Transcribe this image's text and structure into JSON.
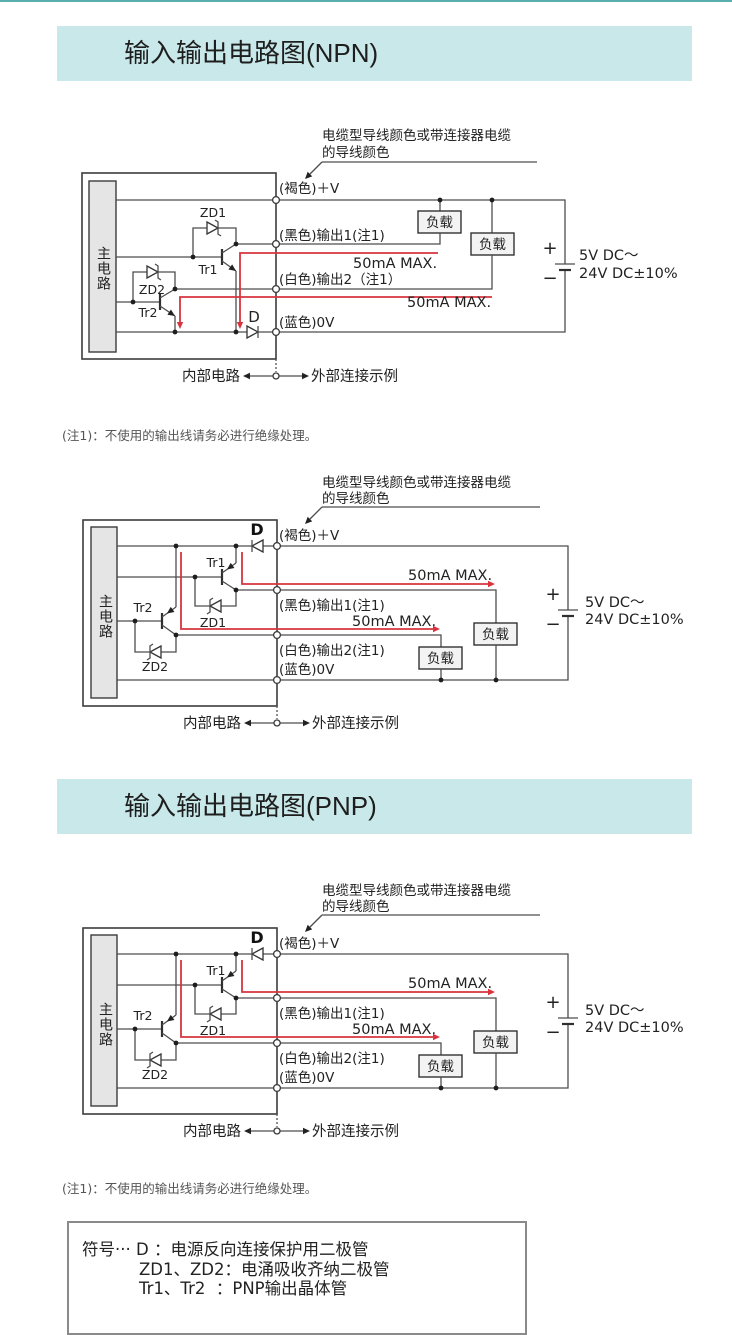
{
  "theme": {
    "header_band": "#c9e8ea",
    "top_rule": "#5aaeae",
    "current_path": "#d8343f"
  },
  "sections": [
    {
      "title": "输入输出电路图(NPN)"
    },
    {
      "title": "输入输出电路图(PNP)"
    }
  ],
  "diagrams": [
    {
      "output_type": "NPN",
      "cable_note": [
        "电缆型导线颜色或带连接器电缆",
        "的导线颜色"
      ],
      "main_circuit": "主电路",
      "terminals": {
        "brown": "(褐色)＋V",
        "black": "(黑色)输出1(注1)",
        "white": "(白色)输出2（注1）",
        "blue": "(蓝色)0V"
      },
      "current_limits": [
        "50mA MAX.",
        "50mA MAX."
      ],
      "components": {
        "d": "D",
        "zd1": "ZD1",
        "zd2": "ZD2",
        "tr1": "Tr1",
        "tr2": "Tr2"
      },
      "load": "负载",
      "supply": {
        "plus": "+",
        "minus": "−",
        "voltage": "5V DC～",
        "tolerance": "24V DC±10%"
      },
      "internal": "内部电路",
      "external": "外部连接示例"
    },
    {
      "output_type": "PNP",
      "cable_note": [
        "电缆型导线颜色或带连接器电缆",
        "的导线颜色"
      ],
      "main_circuit": "主电路",
      "terminals": {
        "brown": "(褐色)＋V",
        "black": "(黑色)输出1(注1)",
        "white": "(白色)输出2(注1)",
        "blue": "(蓝色)0V"
      },
      "current_limits": [
        "50mA MAX.",
        "50mA MAX."
      ],
      "components": {
        "d": "D",
        "zd1": "ZD1",
        "zd2": "ZD2",
        "tr1": "Tr1",
        "tr2": "Tr2"
      },
      "load": "负载",
      "supply": {
        "plus": "+",
        "minus": "−",
        "voltage": "5V DC～",
        "tolerance": "24V DC±10%"
      },
      "internal": "内部电路",
      "external": "外部连接示例"
    },
    {
      "output_type": "PNP",
      "cable_note": [
        "电缆型导线颜色或带连接器电缆",
        "的导线颜色"
      ],
      "main_circuit": "主电路",
      "terminals": {
        "brown": "(褐色)＋V",
        "black": "(黑色)输出1(注1)",
        "white": "(白色)输出2(注1)",
        "blue": "(蓝色)0V"
      },
      "current_limits": [
        "50mA MAX.",
        "50mA MAX."
      ],
      "components": {
        "d": "D",
        "zd1": "ZD1",
        "zd2": "ZD2",
        "tr1": "Tr1",
        "tr2": "Tr2"
      },
      "load": "负载",
      "supply": {
        "plus": "+",
        "minus": "−",
        "voltage": "5V DC～",
        "tolerance": "24V DC±10%"
      },
      "internal": "内部电路",
      "external": "外部连接示例"
    }
  ],
  "notes": [
    "(注1)：不使用的输出线请务必进行绝缘处理。",
    "(注1)：不使用的输出线请务必进行绝缘处理。"
  ],
  "legend": {
    "prefix": "符号···",
    "items": [
      {
        "symbol": "D",
        "separator": " ：",
        "description": "电源反向连接保护用二极管"
      },
      {
        "symbol": "ZD1、ZD2",
        "separator": "：",
        "description": "电涌吸收齐纳二极管"
      },
      {
        "symbol": "Tr1、Tr2",
        "separator": "  ：",
        "description": "PNP输出晶体管"
      }
    ]
  }
}
